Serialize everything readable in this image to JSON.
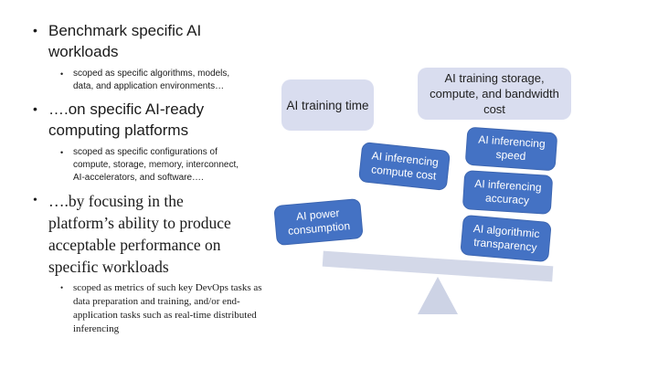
{
  "slide": {
    "background": "#FFFFFF",
    "bullets": [
      {
        "text": "Benchmark specific AI workloads",
        "sub": "scoped as specific algorithms, models, data, and application environments…"
      },
      {
        "text": "….on specific AI-ready computing platforms",
        "sub": "scoped as specific configurations of compute, storage, memory, interconnect, AI-accelerators, and software…."
      },
      {
        "text": "….by focusing in the platform’s ability to produce acceptable performance on specific workloads",
        "sub": "scoped as metrics of such key DevOps tasks as data preparation and training, and/or end-application tasks such as real-time distributed inferencing"
      }
    ]
  },
  "diagram": {
    "type": "balance-scale",
    "colors": {
      "light_box_fill": "#D9DDEF",
      "light_box_text": "#1F1F1F",
      "blue_box_fill": "#4472C4",
      "blue_box_border": "#3D66B1",
      "blue_box_text": "#FFFFFF",
      "plank_fill": "#D3D8E8",
      "fulcrum_fill": "#CDD3E5"
    },
    "light_boxes": [
      {
        "id": "training-time",
        "label": "AI training time"
      },
      {
        "id": "training-storage-cost",
        "label": "AI training storage, compute, and bandwidth cost"
      }
    ],
    "blue_boxes": [
      {
        "id": "inferencing-compute-cost",
        "label": "AI inferencing compute cost"
      },
      {
        "id": "inferencing-speed",
        "label": "AI inferencing speed"
      },
      {
        "id": "inferencing-accuracy",
        "label": "AI inferencing accuracy"
      },
      {
        "id": "power-consumption",
        "label": "AI power consumption"
      },
      {
        "id": "algorithmic-transparency",
        "label": "AI algorithmic transparency"
      }
    ]
  }
}
